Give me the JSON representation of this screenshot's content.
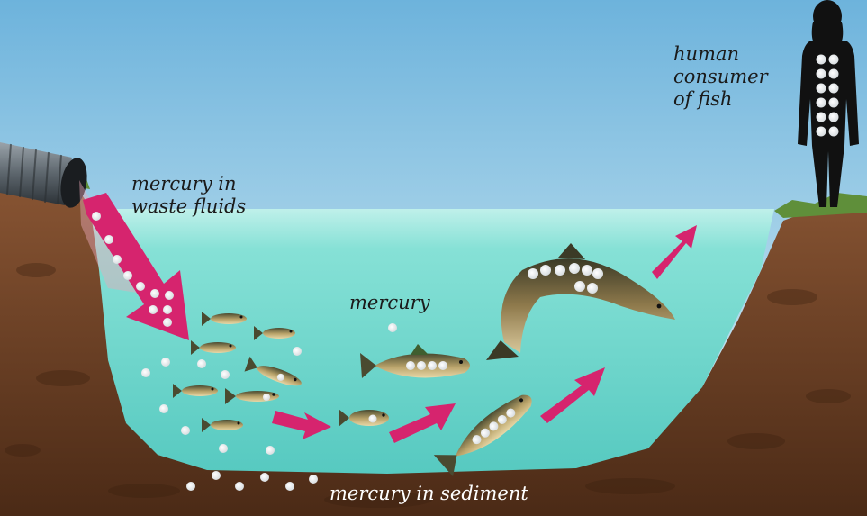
{
  "labels": {
    "waste": [
      "mercury in",
      "waste fluids"
    ],
    "water": "mercury",
    "human": [
      "human",
      "consumer",
      "of fish"
    ],
    "sediment": "mercury in sediment"
  },
  "colors": {
    "sky_top": "#6fb4dc",
    "sky_bottom": "#dff1f6",
    "water": "#74d9cf",
    "soil": "#7a4a2a",
    "grass": "#5f8f3a",
    "arrow": "#d6246e",
    "mercury_dot": "#f2f2f2",
    "silhouette": "#111111"
  }
}
